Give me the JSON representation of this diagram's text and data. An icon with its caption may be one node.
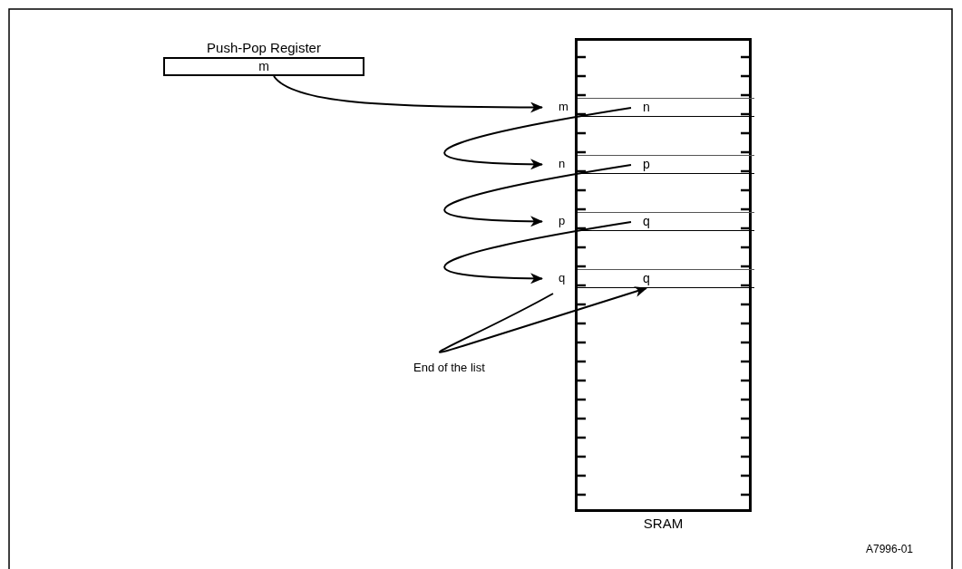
{
  "diagram": {
    "nodes": [
      {
        "text": [
          "Push-Pop Register",
          "m"
        ]
      },
      {
        "text": [
          "SRAM"
        ]
      },
      {
        "text": [
          "n"
        ],
        "in": 1,
        "beside": [
          "m"
        ]
      },
      {
        "text": [
          "p"
        ],
        "in": 1,
        "beside": [
          "n"
        ]
      },
      {
        "text": [
          "q"
        ],
        "in": 1,
        "beside": [
          "p"
        ]
      },
      {
        "text": [
          "q"
        ],
        "in": 1,
        "beside": [
          "q"
        ]
      }
    ],
    "edges": [
      {
        "from": 0,
        "to": 2,
        "arrow": "to"
      },
      {
        "from": 2,
        "to": 3,
        "arrow": "to"
      },
      {
        "from": 3,
        "to": 4,
        "arrow": "to"
      },
      {
        "from": 4,
        "to": 5,
        "arrow": "to"
      },
      {
        "from": 5,
        "to": 5,
        "arrow": "to",
        "label": "End of the list"
      }
    ],
    "labels": [
      "A7996-01"
    ]
  }
}
